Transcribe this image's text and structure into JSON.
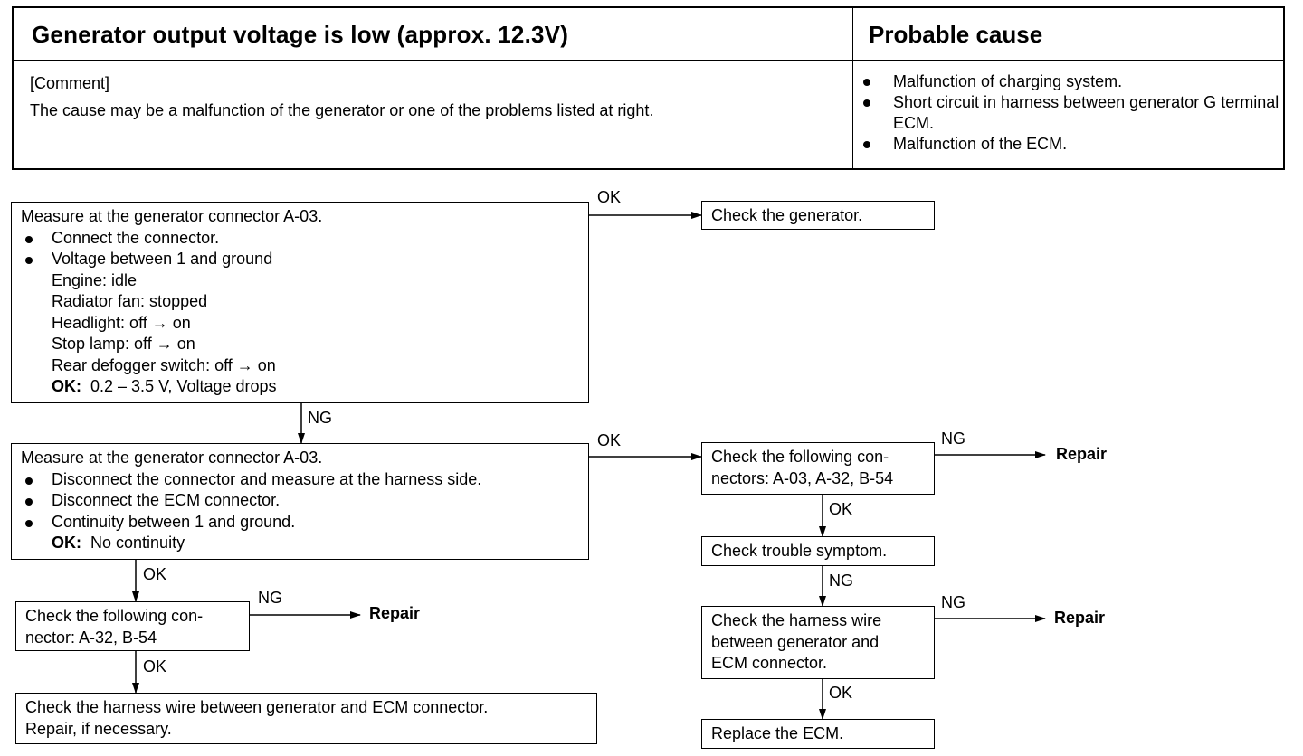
{
  "header": {
    "title": "Generator output voltage is low (approx. 12.3V)",
    "cause_title": "Probable cause",
    "comment_label": "[Comment]",
    "comment_text": "The cause may be a malfunction of the generator or one of the problems listed at right.",
    "causes": [
      "Malfunction of charging system.",
      "Short circuit in harness between generator G terminal ECM.",
      "Malfunction of the ECM."
    ]
  },
  "step1": {
    "title": "Measure at the generator connector A-03.",
    "bullets": [
      "Connect the connector.",
      "Voltage between 1 and ground"
    ],
    "conditions": [
      "Engine: idle",
      "Radiator fan: stopped",
      "Headlight: off → on",
      "Stop lamp: off → on",
      "Rear defogger switch: off → on"
    ],
    "ok_label": "OK:",
    "ok_value": "0.2 – 3.5 V, Voltage drops"
  },
  "check_generator": "Check the generator.",
  "step2": {
    "title": "Measure at the generator connector A-03.",
    "bullets": [
      "Disconnect the connector and measure at the harness side.",
      "Disconnect the ECM connector.",
      "Continuity between 1 and ground."
    ],
    "ok_label": "OK:",
    "ok_value": "No continuity"
  },
  "check_connectors_right": [
    "Check the following con-",
    "nectors: A-03, A-32, B-54"
  ],
  "check_trouble": "Check trouble symptom.",
  "check_harness_right": [
    "Check the harness wire",
    "between generator and",
    "ECM connector."
  ],
  "replace_ecm": "Replace the ECM.",
  "check_connectors_left": [
    "Check the following con-",
    "nector: A-32, B-54"
  ],
  "check_harness_left": [
    "Check the harness wire between generator and ECM connector.",
    "Repair, if necessary."
  ],
  "labels": {
    "ok": "OK",
    "ng": "NG",
    "repair": "Repair"
  }
}
